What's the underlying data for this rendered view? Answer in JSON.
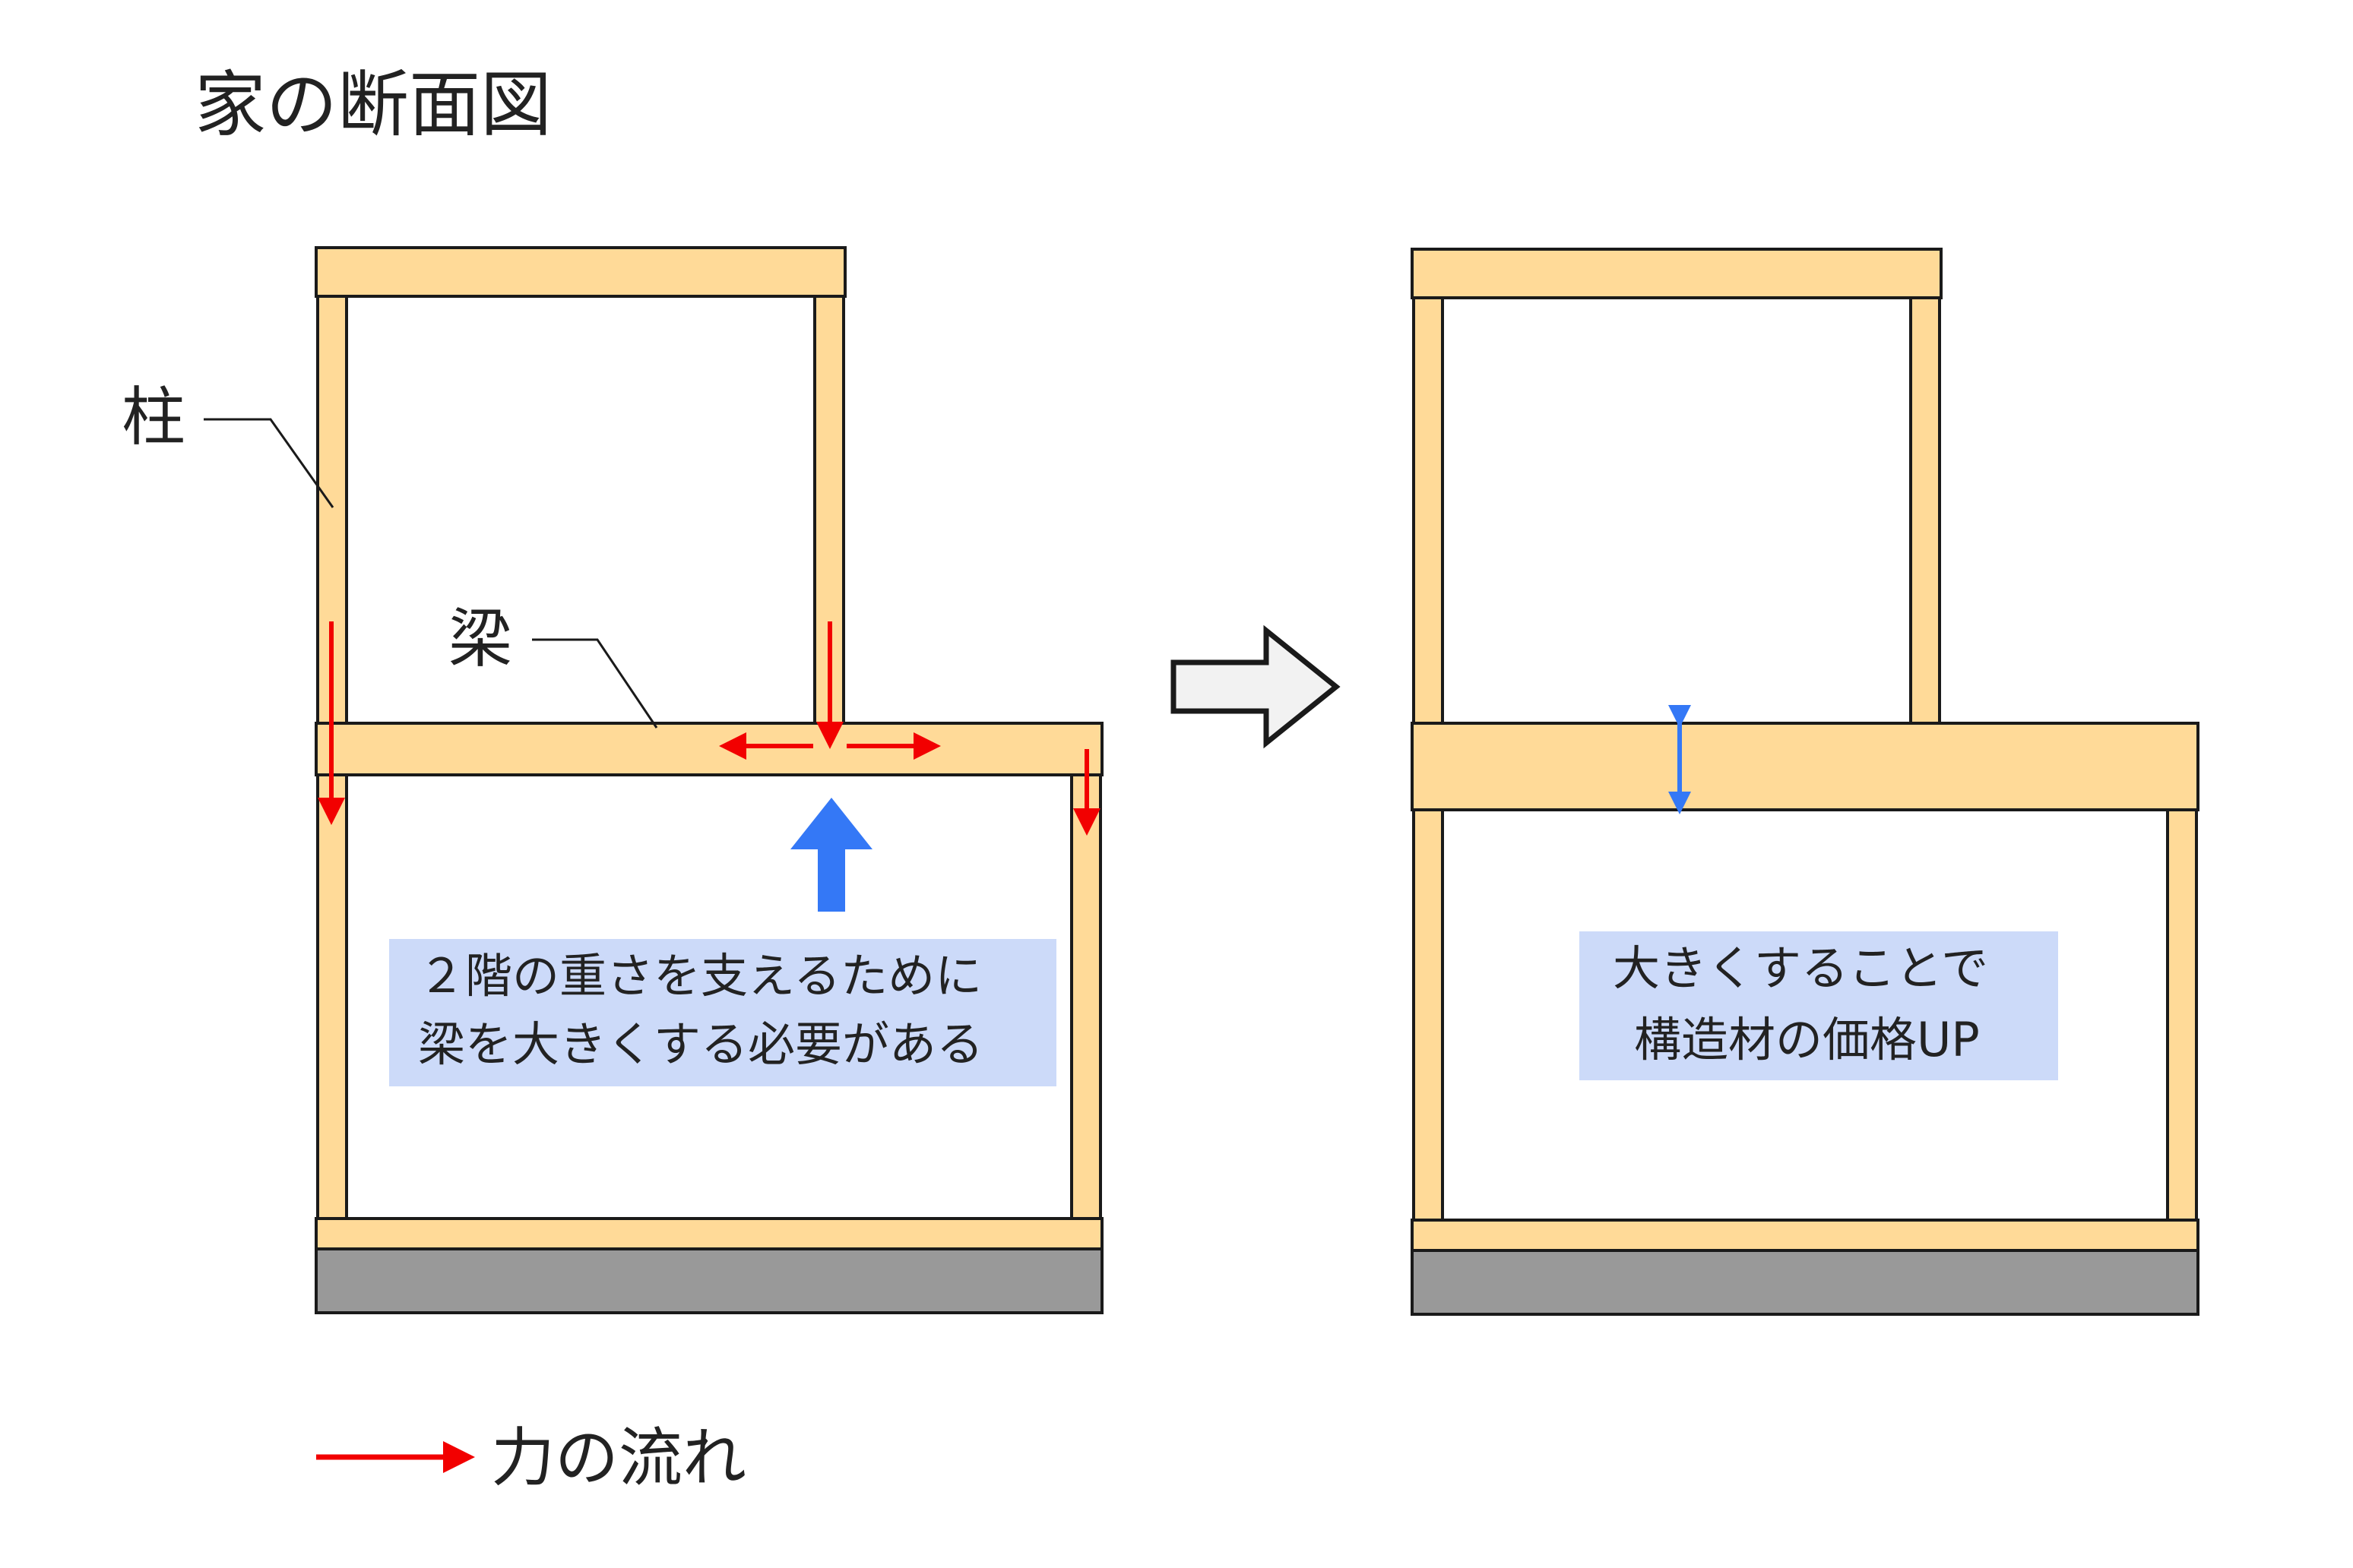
{
  "title": "家の断面図",
  "labels": {
    "column": "柱",
    "beam": "梁"
  },
  "notes": {
    "left_line1": "２階の重さを支えるために",
    "left_line2": "梁を大きくする必要がある",
    "right_line1": "大きくすることで",
    "right_line2": "構造材の価格UP"
  },
  "legend": {
    "label": "力の流れ"
  },
  "colors": {
    "wood": "#FFDA98",
    "foundation": "#999999",
    "force_arrow": "#F20000",
    "support_arrow": "#3478F6",
    "note_bg": "#CCDAF9",
    "outline": "#1A1A1A"
  }
}
